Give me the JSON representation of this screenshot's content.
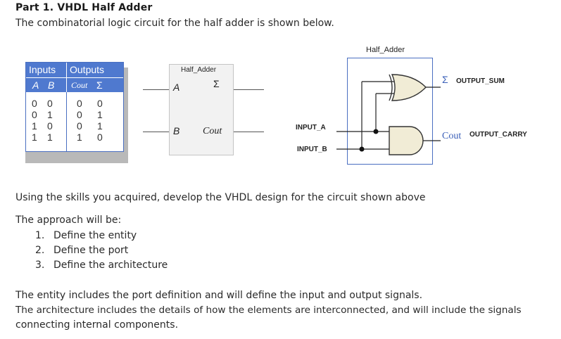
{
  "title": "Part 1.  VHDL Half Adder",
  "intro": "The combinatorial logic circuit for the half adder is shown below.",
  "truth_table": {
    "header_inputs": "Inputs",
    "header_outputs": "Outputs",
    "col_a": "A",
    "col_b": "B",
    "col_cout": "Cout",
    "col_sum": "Σ",
    "col_a_values": "0\n0\n1\n1",
    "col_b_values": "0\n1\n0\n1",
    "col_cout_values": "0\n0\n0\n1",
    "col_sum_values": "0\n1\n1\n0"
  },
  "block": {
    "name": "Half_Adder",
    "port_a": "A",
    "port_b": "B",
    "port_sum": "Σ",
    "port_cout": "Cout"
  },
  "schematic": {
    "title": "Half_Adder",
    "input_a": "INPUT_A",
    "input_b": "INPUT_B",
    "sum_symbol": "Σ",
    "output_sum": "OUTPUT_SUM",
    "cout_symbol": "Cout",
    "output_carry": "OUTPUT_CARRY"
  },
  "body": {
    "skills": "Using the skills you acquired, develop the VHDL design for the circuit shown above",
    "approach": "The approach will be:",
    "steps": [
      {
        "num": "1.",
        "text": "Define the entity"
      },
      {
        "num": "2.",
        "text": "Define the port"
      },
      {
        "num": "3.",
        "text": "Define the architecture"
      }
    ],
    "entity_note": "The entity includes the port definition and will define the input and output signals.",
    "architecture_note_1": "The architecture includes the details of how the elements are interconnected, and will include the signals",
    "architecture_note_2": "connecting internal components."
  },
  "colors": {
    "table_header": "#4f79cf",
    "frame_blue": "#4a6fc1",
    "gate_fill": "#f1ecd6"
  }
}
